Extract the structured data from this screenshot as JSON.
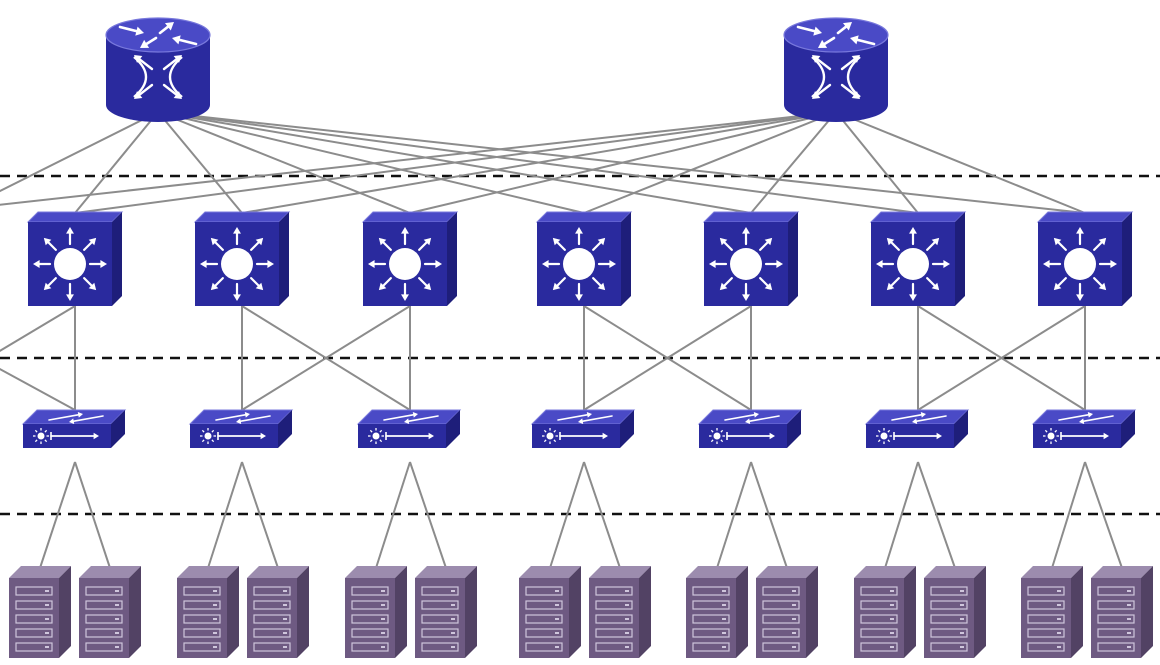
{
  "colors": {
    "device_top": "#4a4ac6",
    "device_front": "#2a2a9e",
    "device_side": "#1e1e7a",
    "device_edge": "#7878dc",
    "glyph": "#ffffff",
    "server_front": "#6e5a82",
    "server_top": "#9c8cae",
    "server_side": "#524264",
    "link": "#8c8c8c",
    "divider": "#111111"
  },
  "routers": [
    {
      "id": "r1",
      "icon": "router-icon"
    },
    {
      "id": "r2",
      "icon": "router-icon"
    }
  ],
  "aggregation_switches": [
    {
      "id": "a1",
      "icon": "multilayer-switch-icon"
    },
    {
      "id": "a2",
      "icon": "multilayer-switch-icon"
    },
    {
      "id": "a3",
      "icon": "multilayer-switch-icon"
    },
    {
      "id": "a4",
      "icon": "multilayer-switch-icon"
    },
    {
      "id": "a5",
      "icon": "multilayer-switch-icon"
    },
    {
      "id": "a6",
      "icon": "multilayer-switch-icon"
    },
    {
      "id": "a7",
      "icon": "multilayer-switch-icon"
    }
  ],
  "access_switches": [
    {
      "id": "s1",
      "icon": "workgroup-switch-icon"
    },
    {
      "id": "s2",
      "icon": "workgroup-switch-icon"
    },
    {
      "id": "s3",
      "icon": "workgroup-switch-icon"
    },
    {
      "id": "s4",
      "icon": "workgroup-switch-icon"
    },
    {
      "id": "s5",
      "icon": "workgroup-switch-icon"
    },
    {
      "id": "s6",
      "icon": "workgroup-switch-icon"
    },
    {
      "id": "s7",
      "icon": "workgroup-switch-icon"
    }
  ],
  "servers": [
    {
      "id": "h1",
      "icon": "server-icon",
      "uplink": "s1"
    },
    {
      "id": "h2",
      "icon": "server-icon",
      "uplink": "s1"
    },
    {
      "id": "h3",
      "icon": "server-icon",
      "uplink": "s2"
    },
    {
      "id": "h4",
      "icon": "server-icon",
      "uplink": "s2"
    },
    {
      "id": "h5",
      "icon": "server-icon",
      "uplink": "s3"
    },
    {
      "id": "h6",
      "icon": "server-icon",
      "uplink": "s3"
    },
    {
      "id": "h7",
      "icon": "server-icon",
      "uplink": "s4"
    },
    {
      "id": "h8",
      "icon": "server-icon",
      "uplink": "s4"
    },
    {
      "id": "h9",
      "icon": "server-icon",
      "uplink": "s5"
    },
    {
      "id": "h10",
      "icon": "server-icon",
      "uplink": "s5"
    },
    {
      "id": "h11",
      "icon": "server-icon",
      "uplink": "s6"
    },
    {
      "id": "h12",
      "icon": "server-icon",
      "uplink": "s6"
    },
    {
      "id": "h13",
      "icon": "server-icon",
      "uplink": "s7"
    },
    {
      "id": "h14",
      "icon": "server-icon",
      "uplink": "s7"
    }
  ],
  "core_links": [
    [
      "r1",
      "a1"
    ],
    [
      "r1",
      "a2"
    ],
    [
      "r1",
      "a3"
    ],
    [
      "r1",
      "a4"
    ],
    [
      "r1",
      "a5"
    ],
    [
      "r1",
      "a6"
    ],
    [
      "r1",
      "a7"
    ],
    [
      "r2",
      "a1"
    ],
    [
      "r2",
      "a2"
    ],
    [
      "r2",
      "a3"
    ],
    [
      "r2",
      "a4"
    ],
    [
      "r2",
      "a5"
    ],
    [
      "r2",
      "a6"
    ],
    [
      "r2",
      "a7"
    ]
  ],
  "offscreen_core_links": [
    "r1",
    "r2"
  ],
  "aggregation_links": [
    [
      "a1",
      "s1"
    ],
    [
      "a2",
      "s2"
    ],
    [
      "a2",
      "s3"
    ],
    [
      "a3",
      "s2"
    ],
    [
      "a3",
      "s3"
    ],
    [
      "a4",
      "s4"
    ],
    [
      "a4",
      "s5"
    ],
    [
      "a5",
      "s4"
    ],
    [
      "a5",
      "s5"
    ],
    [
      "a6",
      "s6"
    ],
    [
      "a6",
      "s7"
    ],
    [
      "a7",
      "s6"
    ],
    [
      "a7",
      "s7"
    ]
  ],
  "offscreen_aggregation_links": [
    "a1",
    "s1"
  ],
  "dividers": 3
}
